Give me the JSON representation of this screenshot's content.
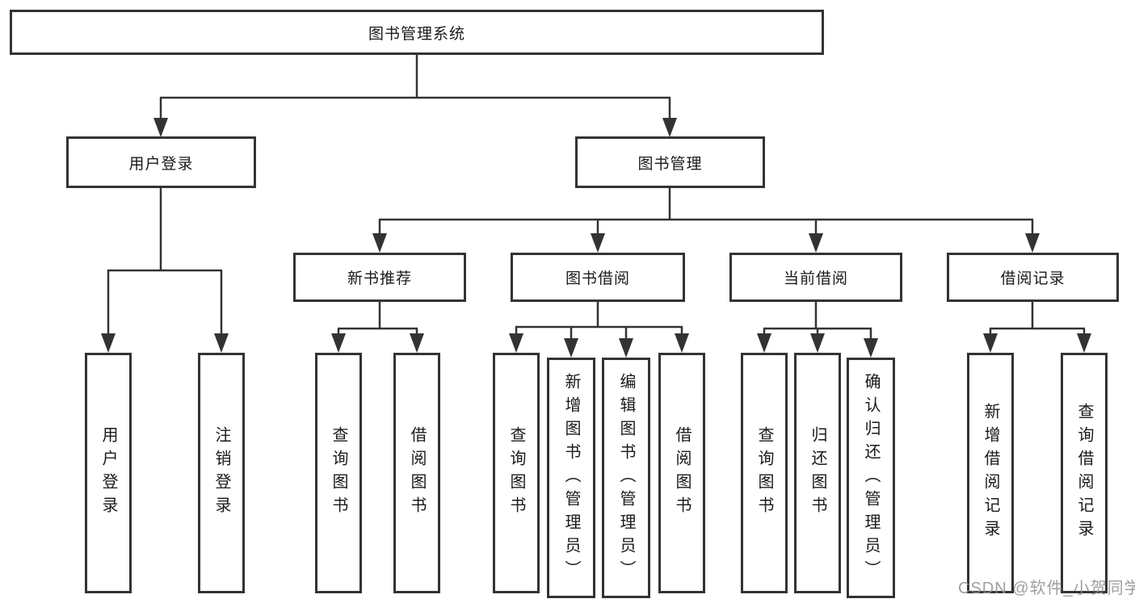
{
  "diagram": {
    "root": {
      "label": "图书管理系统"
    },
    "branches": [
      {
        "label": "用户登录",
        "children": [
          {
            "label": "用户登录"
          },
          {
            "label": "注销登录"
          }
        ]
      },
      {
        "label": "图书管理",
        "children": [
          {
            "label": "新书推荐",
            "children": [
              {
                "label": "查询图书"
              },
              {
                "label": "借阅图书"
              }
            ]
          },
          {
            "label": "图书借阅",
            "children": [
              {
                "label": "查询图书"
              },
              {
                "label": "新增图书（管理员）"
              },
              {
                "label": "编辑图书（管理员）"
              },
              {
                "label": "借阅图书"
              }
            ]
          },
          {
            "label": "当前借阅",
            "children": [
              {
                "label": "查询图书"
              },
              {
                "label": "归还图书"
              },
              {
                "label": "确认归还（管理员）"
              }
            ]
          },
          {
            "label": "借阅记录",
            "children": [
              {
                "label": "新增借阅记录"
              },
              {
                "label": "查询借阅记录"
              }
            ]
          }
        ]
      }
    ]
  },
  "watermark": {
    "text": "CSDN @软件_小贺同学"
  },
  "colors": {
    "line": "#333333",
    "box_border": "#333333",
    "text": "#1a1a1a",
    "watermark": "#8e8e8e",
    "background": "#ffffff"
  }
}
